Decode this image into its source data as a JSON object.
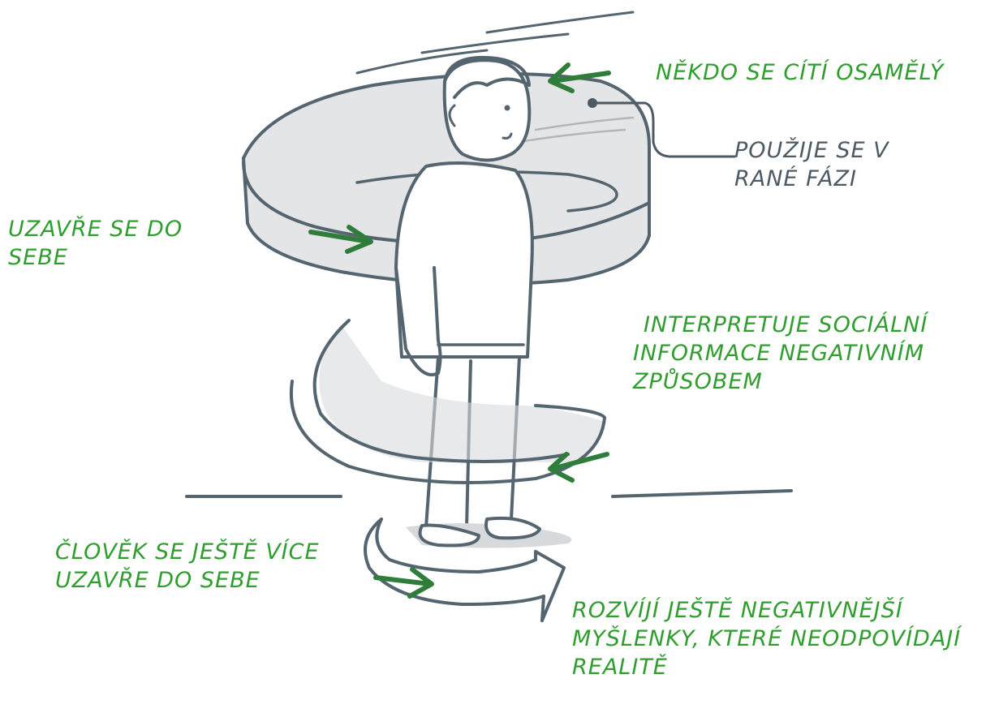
{
  "colors": {
    "label_green": "#2f9e2f",
    "arrow_green": "#2e7d3a",
    "ink": "#55656f",
    "shade": "#d7dadc"
  },
  "labels": {
    "lonely": "NĚKDO SE CÍTÍ OSAMĚLÝ",
    "early_phase": [
      "POUŽIJE SE V",
      "RANÉ FÁZI"
    ],
    "withdraws": [
      "UZAVŘE SE DO",
      "SEBE"
    ],
    "interprets": [
      "INTERPRETUJE SOCIÁLNÍ",
      "INFORMACE NEGATIVNÍM",
      "ZPŮSOBEM"
    ],
    "withdraws_more": [
      "ČLOVĚK SE JEŠTĚ VÍCE",
      "UZAVŘE DO SEBE"
    ],
    "develops": [
      "ROZVÍJÍ JEŠTĚ NEGATIVNĚJŠÍ",
      "MYŠLENKY, KTERÉ NEODPOVÍDAJÍ",
      "REALITĚ"
    ]
  },
  "icons": {
    "figure": "person-in-spiral-illustration",
    "arrows": [
      "arrow-left-icon",
      "arrow-right-icon",
      "arrow-left-icon",
      "arrow-right-icon"
    ],
    "pointer": "callout-dot-icon"
  }
}
